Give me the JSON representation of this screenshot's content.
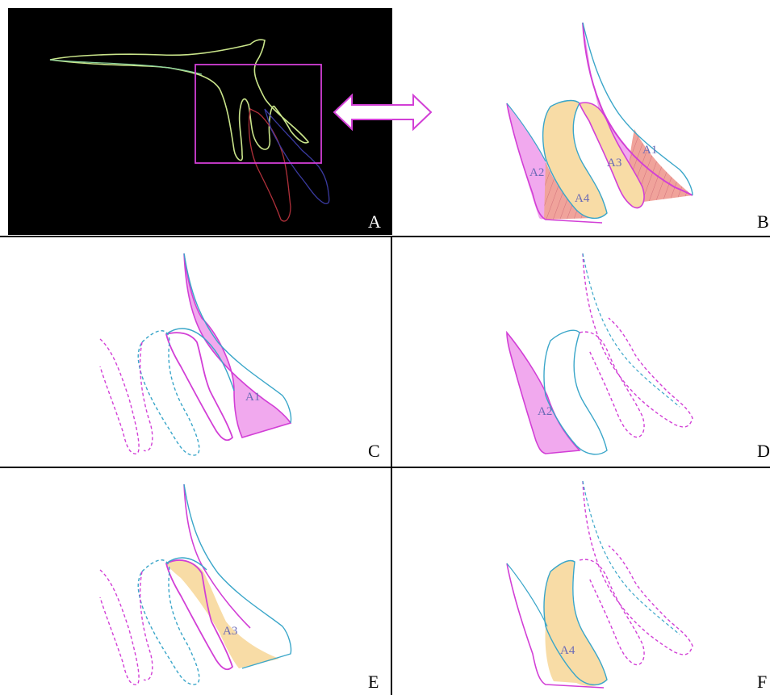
{
  "panels": {
    "A": {
      "letter": "A"
    },
    "B": {
      "letter": "B",
      "regions": {
        "a1": "A1",
        "a2": "A2",
        "a3": "A3",
        "a4": "A4"
      }
    },
    "C": {
      "letter": "C",
      "region": "A1"
    },
    "D": {
      "letter": "D",
      "region": "A2"
    },
    "E": {
      "letter": "E",
      "region": "A3"
    },
    "F": {
      "letter": "F",
      "region": "A4"
    }
  },
  "colors": {
    "magenta_outline": "#d23fd6",
    "cyan_outline": "#3aa6c9",
    "pink_fill": "#f1a9ee",
    "orange_fill": "#f8dca6",
    "salmon_fill": "#f0a39b",
    "label_purple": "#6a6ab6",
    "panel_a_background": "#000000"
  }
}
